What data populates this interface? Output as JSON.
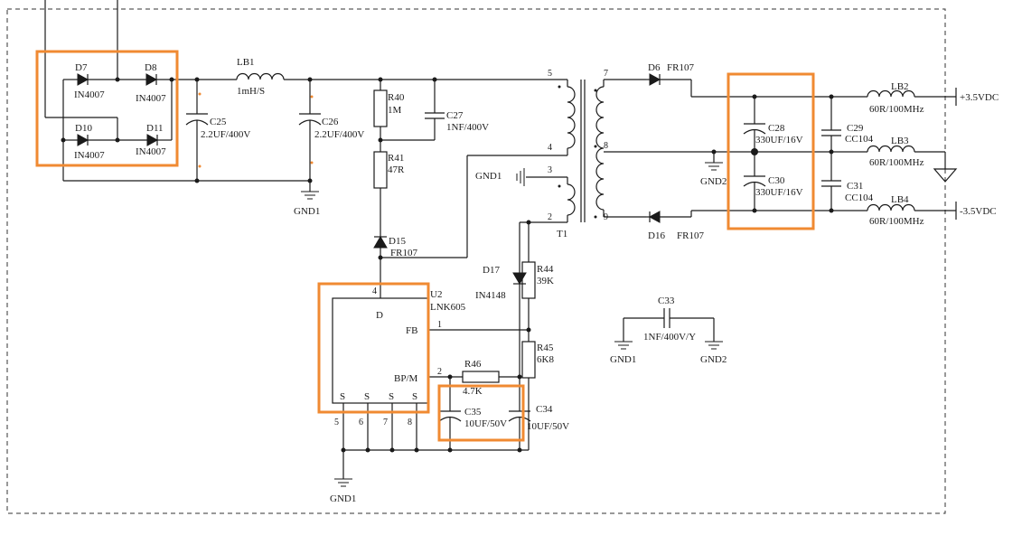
{
  "colors": {
    "highlight": "#f08a32",
    "line": "#1a1a1a"
  },
  "labels": {
    "d7": "D7",
    "d8": "D8",
    "d10": "D10",
    "d11": "D11",
    "d7_val": "IN4007",
    "d8_val": "IN4007",
    "d10_val": "IN4007",
    "d11_val": "IN4007",
    "lb1": "LB1",
    "lb1_val": "1mH/S",
    "c25": "C25",
    "c25_val": "2.2UF/400V",
    "c26": "C26",
    "c26_val": "2.2UF/400V",
    "gnd1_a": "GND1",
    "r40": "R40",
    "r40_val": "1M",
    "c27": "C27",
    "c27_val": "1NF/400V",
    "r41": "R41",
    "r41_val": "47R",
    "d15": "D15",
    "d15_val": "FR107",
    "gnd1_b": "GND1",
    "t1": "T1",
    "p5": "5",
    "p4": "4",
    "p3": "3",
    "p2": "2",
    "p7": "7",
    "p8": "8",
    "p9": "9",
    "d6": "D6",
    "d6_val": "FR107",
    "d16": "D16",
    "d16_val": "FR107",
    "c28": "C28",
    "c28_val": "330UF/16V",
    "c30": "C30",
    "c30_val": "330UF/16V",
    "gnd2_a": "GND2",
    "c29": "C29",
    "c29_val": "CC104",
    "c31": "C31",
    "c31_val": "CC104",
    "lb2": "LB2",
    "lb2_val": "60R/100MHz",
    "lb3": "LB3",
    "lb3_val": "60R/100MHz",
    "lb4": "LB4",
    "lb4_val": "60R/100MHz",
    "out_pos": "+3.5VDC",
    "out_neg": "-3.5VDC",
    "d17": "D17",
    "d17_val": "IN4148",
    "r44": "R44",
    "r44_val": "39K",
    "r45": "R45",
    "r45_val": "6K8",
    "r46": "R46",
    "r46_val": "4.7K",
    "u2": "U2",
    "u2_val": "LNK605",
    "u2_pin_d": "D",
    "u2_pin_fb": "FB",
    "u2_pin_bpm": "BP/M",
    "u2_s1": "S",
    "u2_s2": "S",
    "u2_s3": "S",
    "u2_s4": "S",
    "u2_n4": "4",
    "u2_n1": "1",
    "u2_n2": "2",
    "u2_n5": "5",
    "u2_n6": "6",
    "u2_n7": "7",
    "u2_n8": "8",
    "c35": "C35",
    "c35_val": "10UF/50V",
    "c34": "C34",
    "c34_val": "10UF/50V",
    "gnd1_c": "GND1",
    "c33": "C33",
    "c33_val": "1NF/400V/Y",
    "gnd1_d": "GND1",
    "gnd2_b": "GND2"
  }
}
